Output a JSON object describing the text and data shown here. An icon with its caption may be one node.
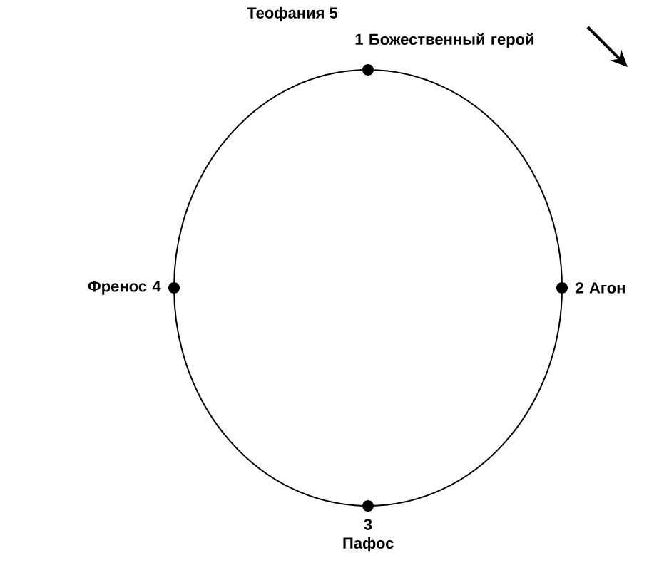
{
  "diagram": {
    "nodes": [
      {
        "text": [],
        "shape": "circle",
        "beside": [
          "1 Божественный герой"
        ]
      },
      {
        "text": [],
        "shape": "circle",
        "beside": [
          "2 Агон"
        ]
      },
      {
        "text": [],
        "shape": "circle",
        "beside": [
          "3 Пафос"
        ]
      },
      {
        "text": [],
        "shape": "circle",
        "beside": [
          "Френос 4"
        ]
      }
    ],
    "edges": [
      {
        "from": 0,
        "to": 1,
        "arrow": "none"
      },
      {
        "from": 1,
        "to": 2,
        "arrow": "none"
      },
      {
        "from": 2,
        "to": 3,
        "arrow": "none"
      },
      {
        "from": 3,
        "to": 0,
        "arrow": "none"
      }
    ],
    "labels": [
      "Теофания 5"
    ]
  }
}
